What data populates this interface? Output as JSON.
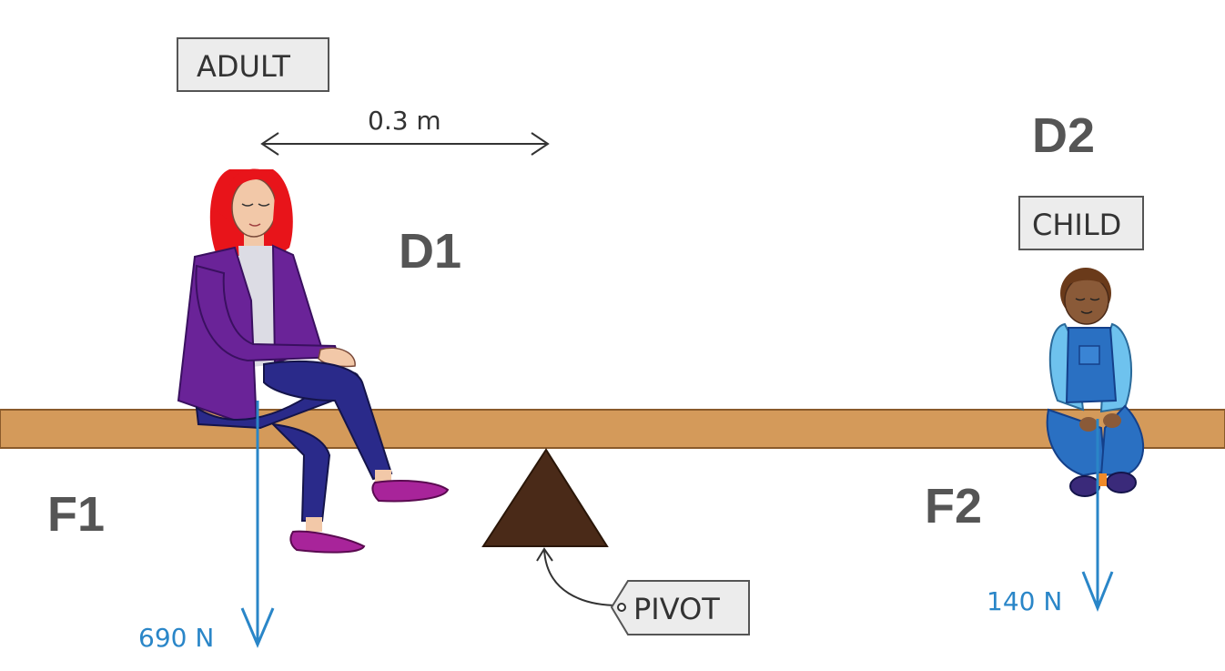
{
  "labels": {
    "adult": "ADULT",
    "child": "CHILD",
    "pivot": "PIVOT",
    "distance": "0.3 m",
    "d1": "D1",
    "d2": "D2",
    "f1": "F1",
    "f2": "F2",
    "force1": "690 N",
    "force2": "140 N"
  },
  "colors": {
    "plank": "#d49a5a",
    "fulcrum": "#4a2a18",
    "arrow": "#2a86c8",
    "tag_fill": "#ececec",
    "adult_jacket": "#6a2398",
    "adult_hair": "#e8141a",
    "adult_trousers": "#2a2a8a",
    "adult_shoes": "#a8249a",
    "child_shirt": "#6ec2ee",
    "child_overalls": "#2a70c2",
    "child_skin": "#8a5a38"
  }
}
